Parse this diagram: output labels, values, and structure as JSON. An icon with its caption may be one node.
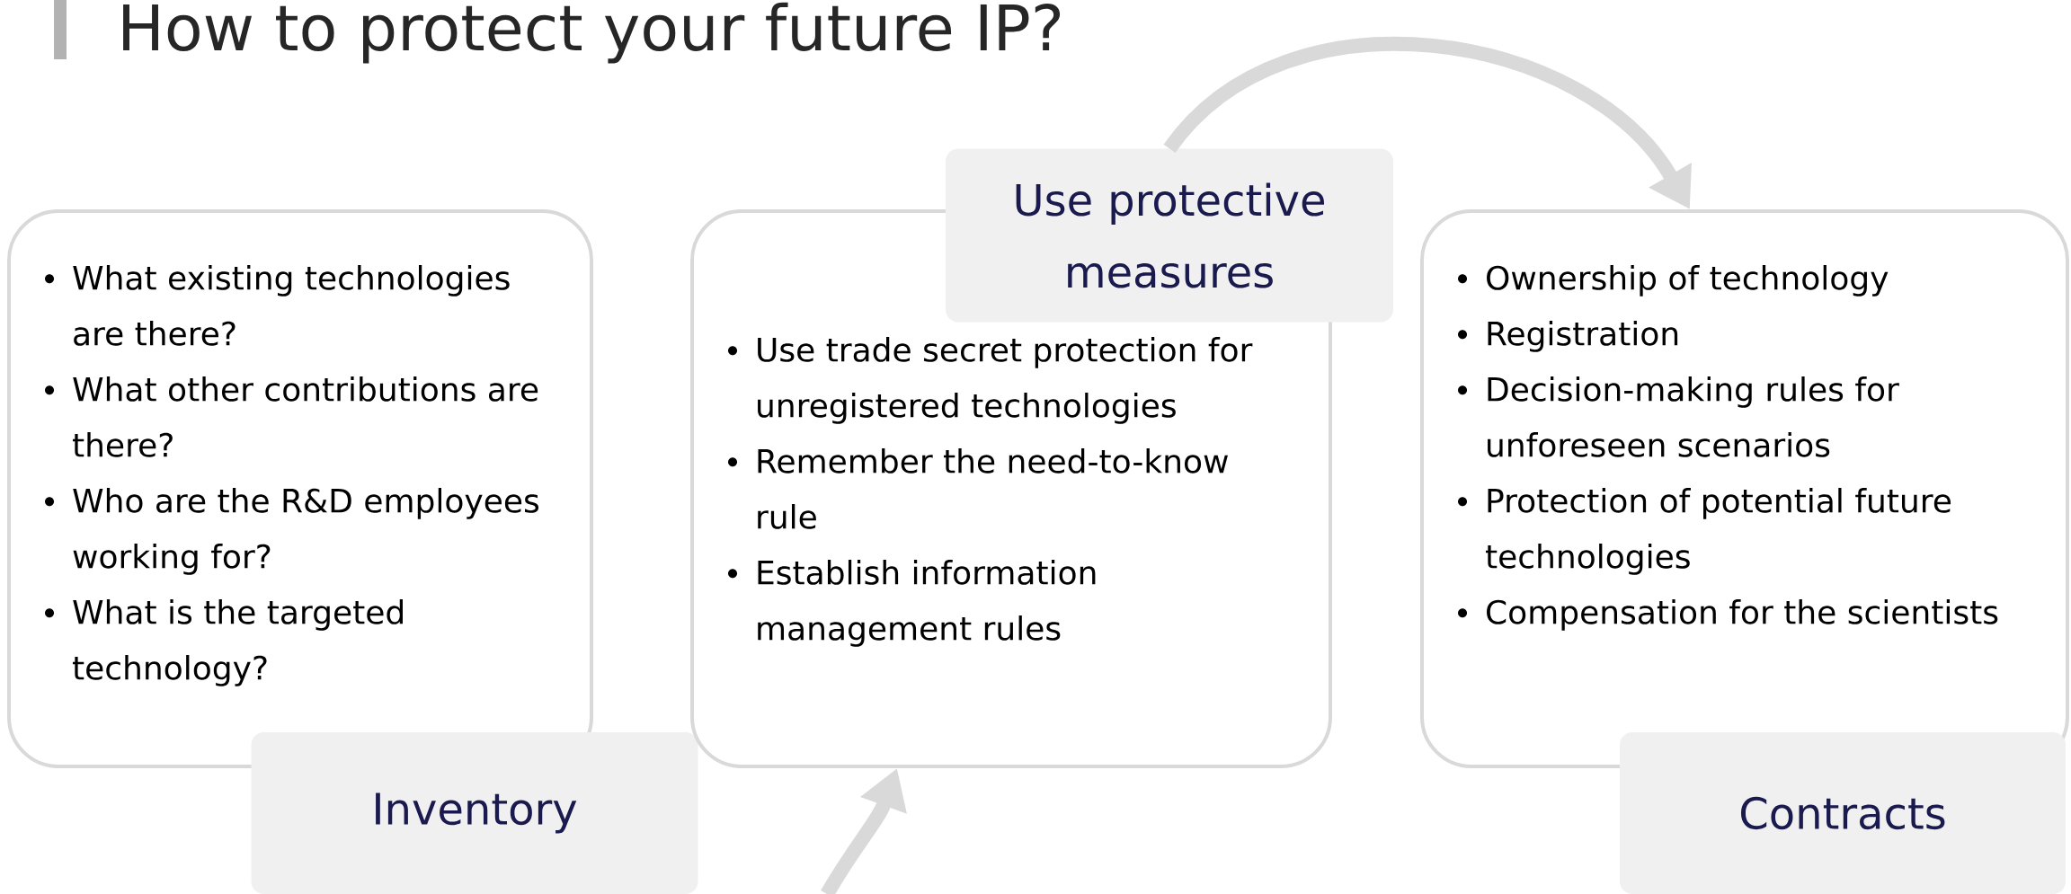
{
  "diagram": {
    "title": "How to protect your future IP?",
    "nodes": [
      {
        "text": [
          "What existing technologies are there?",
          "What other contributions are there?",
          "Who are the R&D employees working for?",
          "What is the targeted technology?"
        ]
      },
      {
        "text": [
          "Inventory"
        ]
      },
      {
        "text": [
          "Use trade secret protection for unregistered technologies",
          "Remember the need-to-know rule",
          "Establish information management rules"
        ]
      },
      {
        "text": [
          "Use protective measures"
        ]
      },
      {
        "text": [
          "Ownership of technology",
          "Registration",
          "Decision-making rules for unforeseen scenarios",
          "Protection of potential future technologies",
          "Compensation for the scientists"
        ]
      },
      {
        "text": [
          "Contracts"
        ]
      }
    ],
    "edges": [
      {
        "from": null,
        "to": 2,
        "arrow": "to"
      },
      {
        "from": 3,
        "to": 4,
        "arrow": "to"
      }
    ]
  }
}
